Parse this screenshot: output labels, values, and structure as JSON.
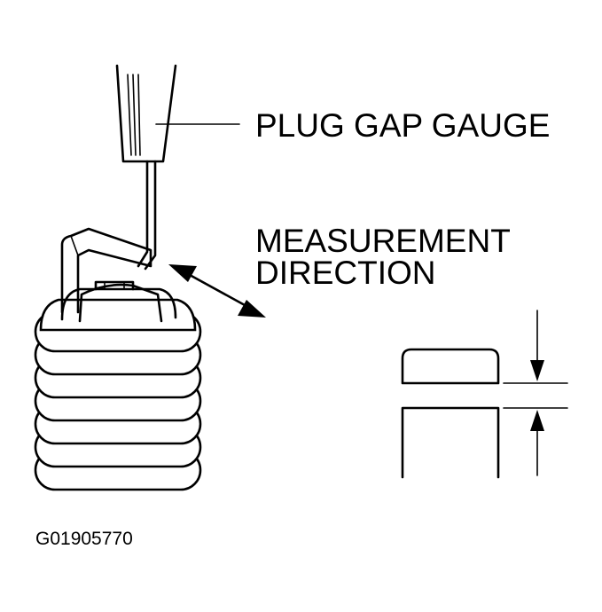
{
  "labels": {
    "gauge": "PLUG GAP GAUGE",
    "measurement_line1": "MEASUREMENT",
    "measurement_line2": "DIRECTION",
    "figure_id": "G01905770"
  },
  "colors": {
    "ink": "#000000",
    "background": "#ffffff"
  },
  "icons": {
    "direction_arrow": "double-headed-arrow",
    "gap_arrows": "opposing-dimension-arrows"
  }
}
